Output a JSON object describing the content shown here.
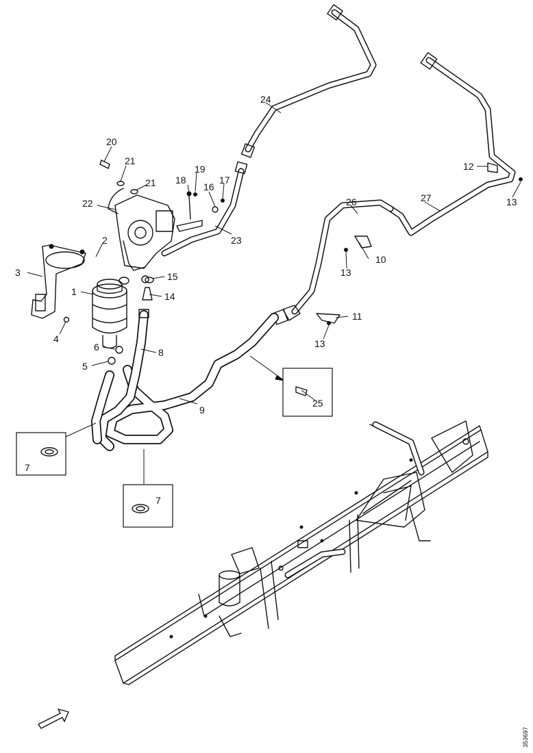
{
  "labels": {
    "l1": "1",
    "l2": "2",
    "l3": "3",
    "l4": "4",
    "l5": "5",
    "l6": "6",
    "l7a": "7",
    "l7b": "7",
    "l8": "8",
    "l9": "9",
    "l10": "10",
    "l11": "11",
    "l12": "12",
    "l13a": "13",
    "l13b": "13",
    "l13c": "13",
    "l14": "14",
    "l15": "15",
    "l16": "16",
    "l17": "17",
    "l18": "18",
    "l19": "19",
    "l20": "20",
    "l21a": "21",
    "l21b": "21",
    "l22": "22",
    "l23": "23",
    "l24": "24",
    "l25": "25",
    "l26": "26",
    "l27": "27"
  },
  "drawing_code": "353697"
}
